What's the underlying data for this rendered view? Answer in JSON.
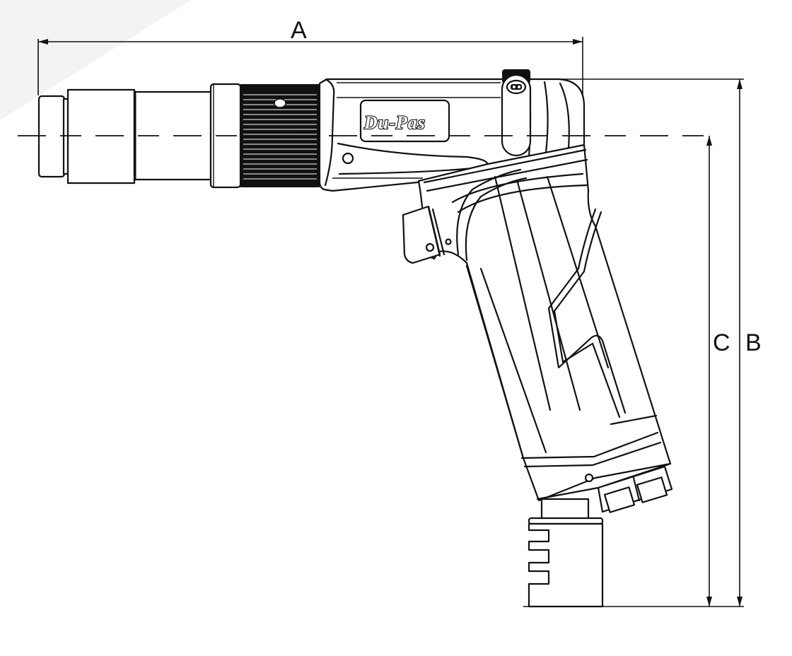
{
  "drawing": {
    "subject": "pistol-grip pneumatic screwdriver",
    "brand_logo": "Du-Pas",
    "view": "side elevation with overall dimensions",
    "background": "#ffffff",
    "corner_shade": "#f2f2f2",
    "line_color": "#111111"
  },
  "dimensions": {
    "A": {
      "label": "A",
      "meaning": "overall length"
    },
    "B": {
      "label": "B",
      "meaning": "overall height"
    },
    "C": {
      "label": "C",
      "meaning": "height to spindle centerline"
    }
  },
  "parts": [
    {
      "id": "bit-holder",
      "name": "bit holder / chuck"
    },
    {
      "id": "nose-sleeve",
      "name": "nose sleeve"
    },
    {
      "id": "clutch-housing",
      "name": "clutch housing"
    },
    {
      "id": "adjustment-ring",
      "name": "knurled torque adjustment ring"
    },
    {
      "id": "motor-housing",
      "name": "motor housing with logo"
    },
    {
      "id": "reverse-switch",
      "name": "forward/reverse switch"
    },
    {
      "id": "trigger",
      "name": "trigger"
    },
    {
      "id": "handle",
      "name": "pistol grip handle"
    },
    {
      "id": "exhaust",
      "name": "exhaust cap"
    },
    {
      "id": "air-inlet",
      "name": "air inlet fitting"
    }
  ]
}
